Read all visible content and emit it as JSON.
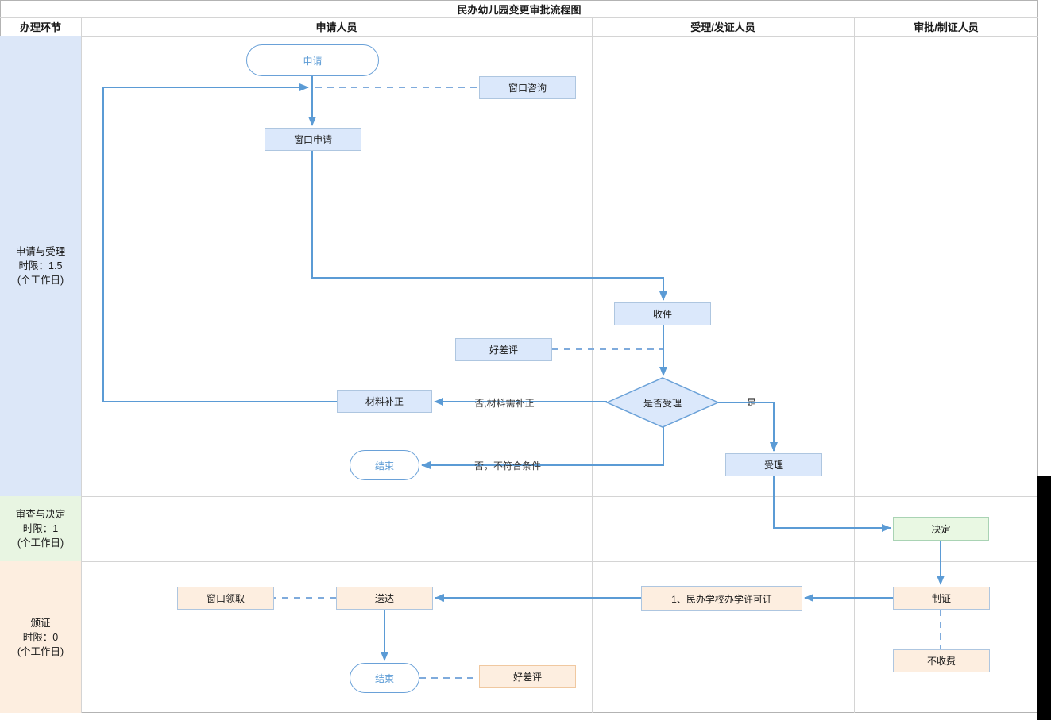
{
  "title": "民办幼儿园变更审批流程图",
  "columns": [
    {
      "label": "办理环节"
    },
    {
      "label": "申请人员"
    },
    {
      "label": "受理/发证人员"
    },
    {
      "label": "审批/制证人员"
    }
  ],
  "lanes": [
    {
      "line1": "申请与受理",
      "line2": "时限：1.5",
      "line3": "(个工作日)",
      "color": "#dce7f8"
    },
    {
      "line1": "审查与决定",
      "line2": "时限：1",
      "line3": "(个工作日)",
      "color": "#e8f5e2"
    },
    {
      "line1": "颁证",
      "line2": "时限：0",
      "line3": "(个工作日)",
      "color": "#fdeee0"
    }
  ],
  "nodes": {
    "apply": {
      "label": "申请"
    },
    "window_inquiry": {
      "label": "窗口咨询"
    },
    "window_apply": {
      "label": "窗口申请"
    },
    "receive_docs": {
      "label": "收件"
    },
    "review_rating_1": {
      "label": "好差评"
    },
    "accept_decision": {
      "label": "是否受理"
    },
    "material_correction": {
      "label": "材料补正"
    },
    "end_1": {
      "label": "结束"
    },
    "accept": {
      "label": "受理"
    },
    "decide": {
      "label": "决定"
    },
    "make_cert": {
      "label": "制证"
    },
    "no_fee": {
      "label": "不收费"
    },
    "license": {
      "label": "1、民办学校办学许可证"
    },
    "deliver": {
      "label": "送达"
    },
    "window_pickup": {
      "label": "窗口领取"
    },
    "end_2": {
      "label": "结束"
    },
    "review_rating_2": {
      "label": "好差评"
    }
  },
  "edge_labels": {
    "no_correction": "否,材料需补正",
    "no_reject": "否，不符合条件",
    "yes": "是"
  },
  "colors": {
    "line": "#5b9bd5",
    "dashed_line": "#7fabdc",
    "blue_node_fill": "#dbe8fb",
    "blue_node_border": "#aec6e0",
    "diamond_border": "#6aa1d8",
    "green_node_fill": "#e9f8e3",
    "orange_node_fill": "#fdeee0",
    "lane1_bg": "#dce7f8",
    "lane2_bg": "#e8f5e2",
    "lane3_bg": "#fdeee0"
  }
}
